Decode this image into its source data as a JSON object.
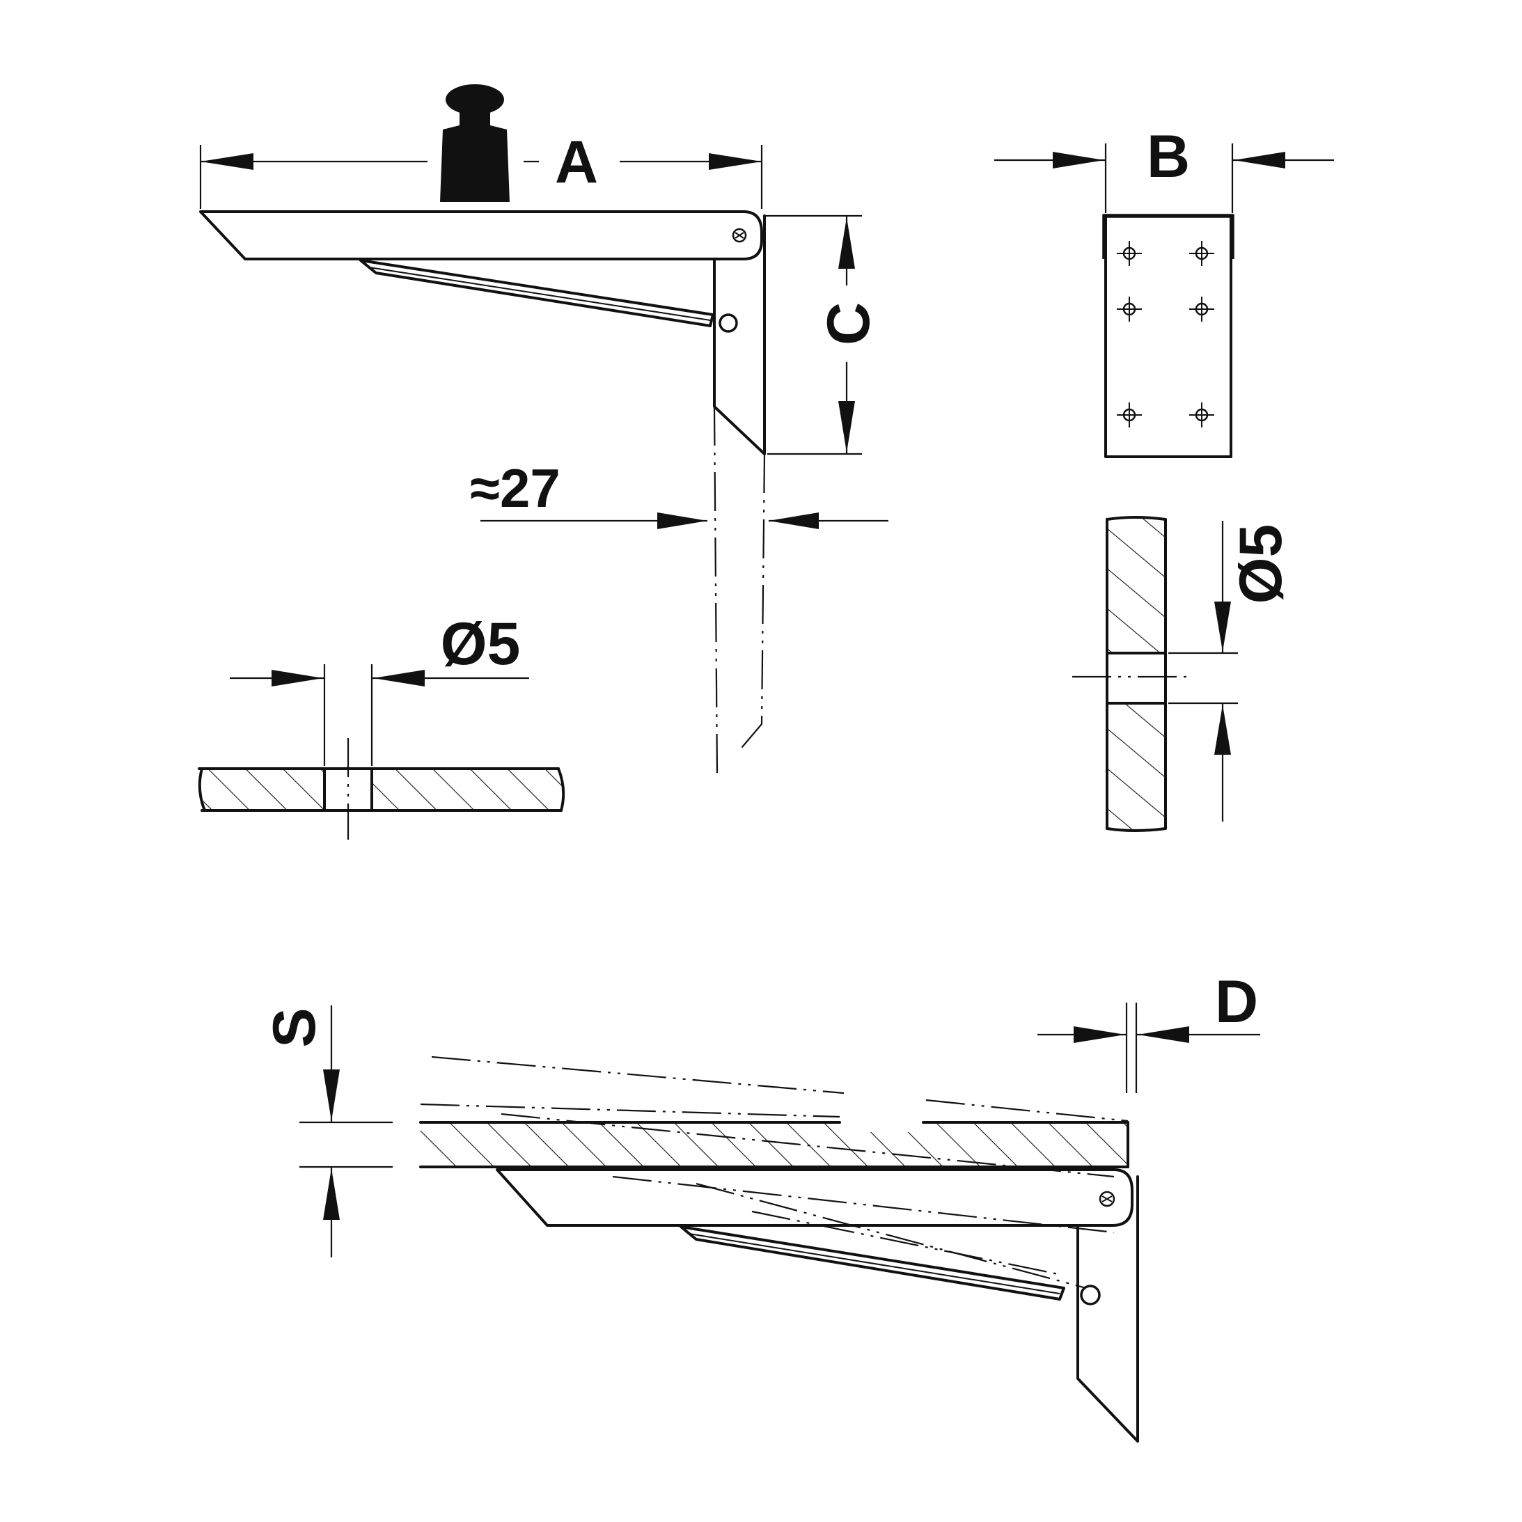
{
  "labels": {
    "dim_a": "A",
    "dim_b": "B",
    "dim_c": "C",
    "dim_d": "D",
    "dim_s": "S",
    "offset": "≈27",
    "hole_left": "Ø5",
    "hole_right": "Ø5"
  },
  "colors": {
    "line": "#111111",
    "background": "#ffffff"
  },
  "icons": {
    "load": "weight-icon",
    "screw": "screw-icon",
    "pivot": "pivot-pin-icon"
  }
}
